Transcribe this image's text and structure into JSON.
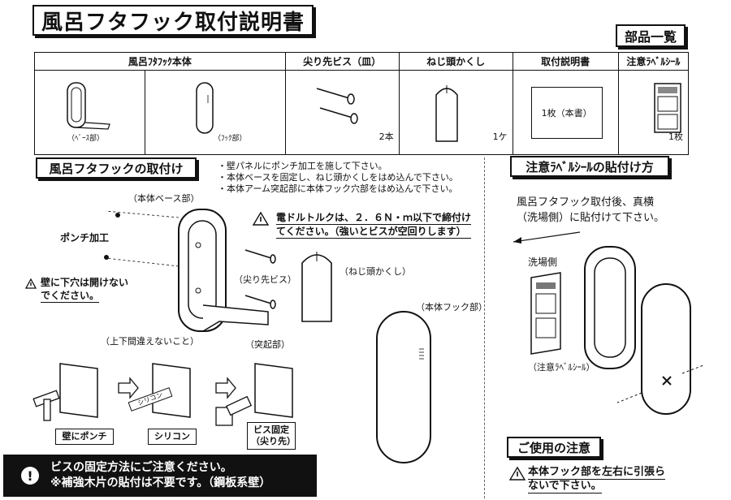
{
  "title": "風呂フタフック取付説明書",
  "parts_list": {
    "label": "部品一覧",
    "headers": [
      "風呂ﾌﾀﾌｯｸ本体",
      "尖り先ビス（皿）",
      "ねじ頭かくし",
      "取付説明書",
      "注意ﾗﾍﾞﾙｼｰﾙ"
    ],
    "base_sub": "（ﾍﾞｰｽ部）",
    "hook_sub": "（ﾌｯｸ部）",
    "screw_qty": "2本",
    "cap_qty": "1ケ",
    "manual_text": "1枚（本書）",
    "label_qty": "1枚"
  },
  "install": {
    "heading": "風呂フタフックの取付け",
    "steps": [
      "・壁パネルにポンチ加工を施して下さい。",
      "・本体ベースを固定し、ねじ頭かくしをはめ込んで下さい。",
      "・本体アーム突起部に本体フック穴部をはめ込んで下さい。"
    ],
    "base_label": "（本体ベース部）",
    "punch_label": "ポンチ加工",
    "no_hole_warning": [
      "壁に下穴は開けない",
      "でください。"
    ],
    "torque_warning": [
      "電ドルトルクは、２．６Ｎ・ｍ以下で締付け",
      "てください。（強いとビスが空回りします）"
    ],
    "screw_label": "（尖り先ビス）",
    "cap_label": "（ねじ頭かくし）",
    "hook_label": "（本体フック部）",
    "updown_label": "（上下間違えないこと）",
    "protrusion_label": "（突起部）",
    "step1": "壁にポンチ",
    "step2": "シリコン",
    "step2_tube": "シリコン",
    "step3": [
      "ビス固定",
      "（尖り先）"
    ]
  },
  "screw_warning": {
    "line1": "ビスの固定方法にご注意ください。",
    "line2": "※補強木片の貼付は不要です。（鋼板系壁）"
  },
  "label_section": {
    "heading": "注意ﾗﾍﾞﾙｼｰﾙの貼付け方",
    "text": [
      "風呂フタフック取付後、真横",
      "（洗場側）に貼付けて下さい。"
    ],
    "wash_side": "洗場側",
    "sticker_label": "（注意ﾗﾍﾞﾙｼｰﾙ）"
  },
  "usage": {
    "heading": "ご使用の注意",
    "warning": [
      "本体フック部を左右に引張ら",
      "ないで下さい。"
    ]
  }
}
